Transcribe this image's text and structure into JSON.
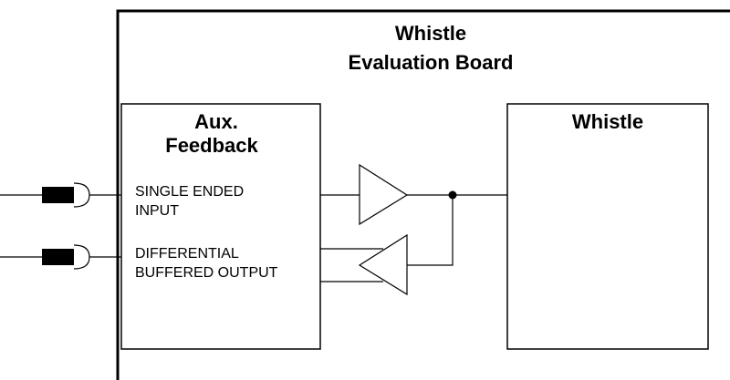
{
  "board": {
    "title_line1": "Whistle",
    "title_line2": "Evaluation Board"
  },
  "aux_feedback": {
    "title_line1": "Aux.",
    "title_line2": "Feedback",
    "input_label_line1": "SINGLE ENDED",
    "input_label_line2": "INPUT",
    "output_label_line1": "DIFFERENTIAL",
    "output_label_line2": "BUFFERED OUTPUT"
  },
  "whistle_block": {
    "title": "Whistle"
  },
  "colors": {
    "line": "#000000",
    "background": "#ffffff"
  }
}
